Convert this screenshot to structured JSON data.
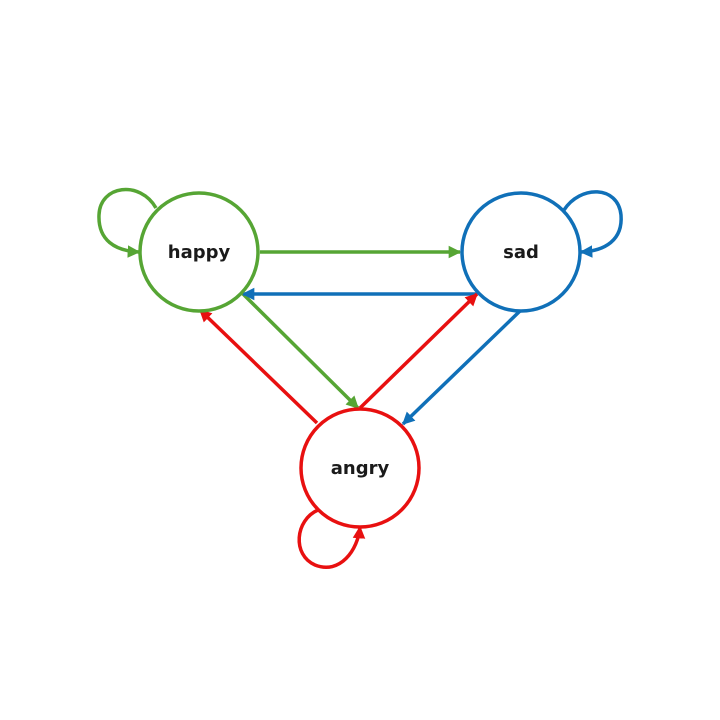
{
  "nodes": [
    {
      "id": "happy",
      "label": "happy",
      "color": "#56a534"
    },
    {
      "id": "sad",
      "label": "sad",
      "color": "#1070b8"
    },
    {
      "id": "angry",
      "label": "angry",
      "color": "#e81010"
    }
  ],
  "edges": [
    {
      "from": "happy",
      "to": "happy",
      "color": "#56a534"
    },
    {
      "from": "happy",
      "to": "sad",
      "color": "#56a534"
    },
    {
      "from": "happy",
      "to": "angry",
      "color": "#56a534"
    },
    {
      "from": "sad",
      "to": "sad",
      "color": "#1070b8"
    },
    {
      "from": "sad",
      "to": "happy",
      "color": "#1070b8"
    },
    {
      "from": "sad",
      "to": "angry",
      "color": "#1070b8"
    },
    {
      "from": "angry",
      "to": "angry",
      "color": "#e81010"
    },
    {
      "from": "angry",
      "to": "happy",
      "color": "#e81010"
    },
    {
      "from": "angry",
      "to": "sad",
      "color": "#e81010"
    }
  ]
}
